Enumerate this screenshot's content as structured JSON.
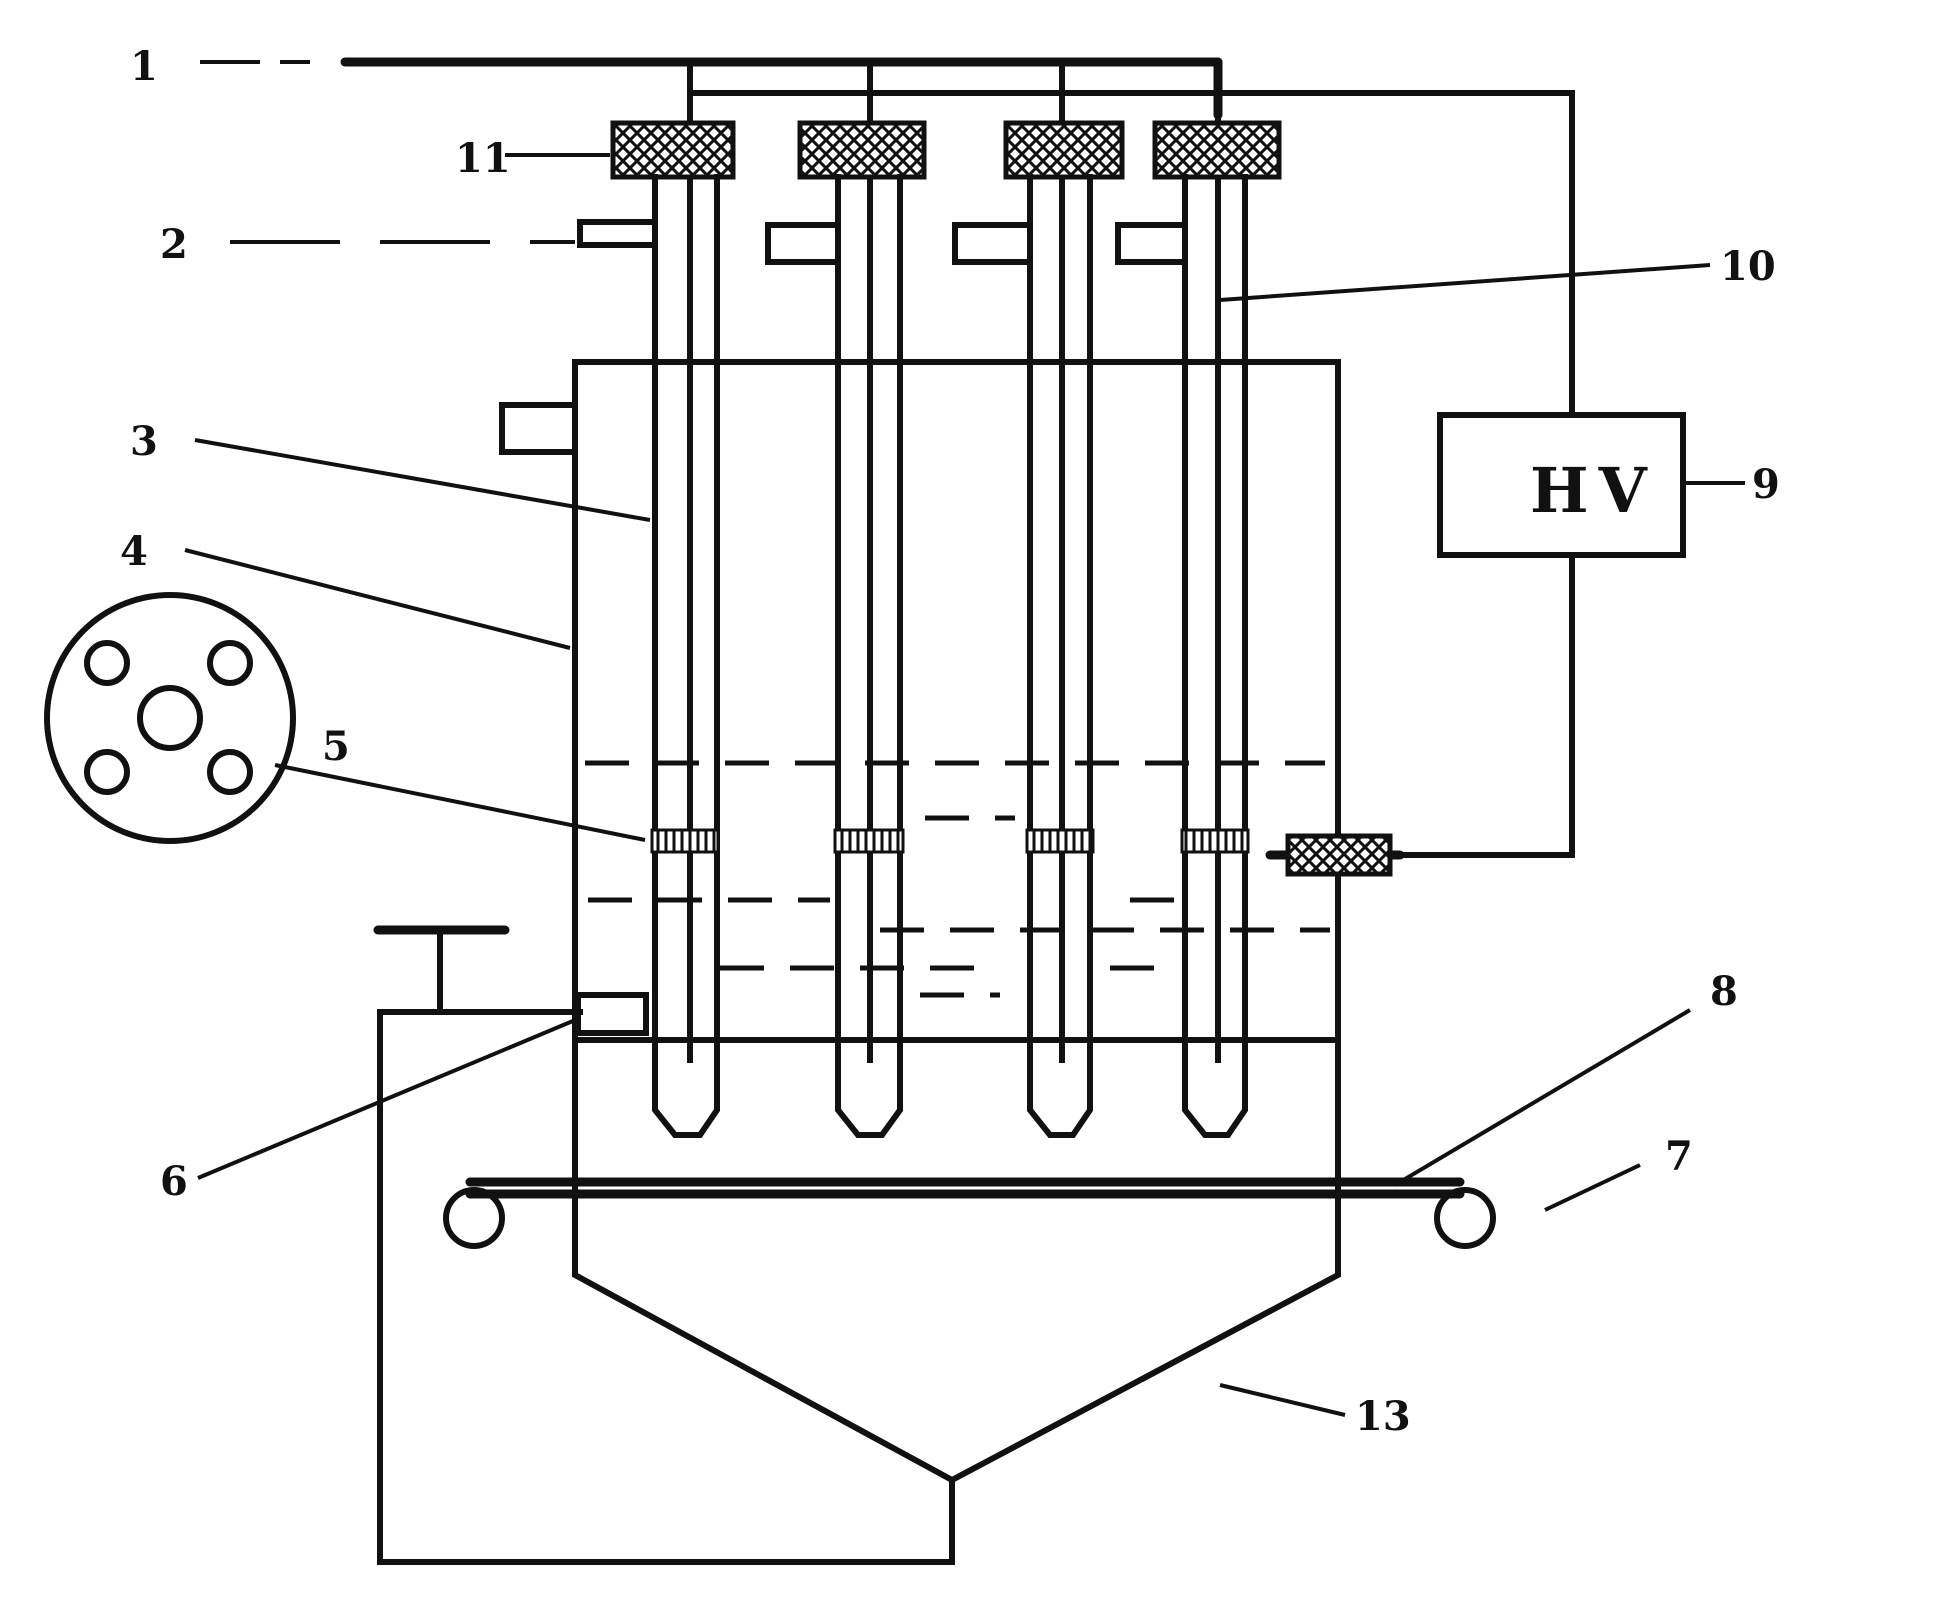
{
  "labels": {
    "l1": "1",
    "l2": "2",
    "l3": "3",
    "l4": "4",
    "l5": "5",
    "l6": "6",
    "l7": "7",
    "l8": "8",
    "l9": "9",
    "l10": "10",
    "l11": "11",
    "l13": "13"
  },
  "hv_box": {
    "text": "HV"
  }
}
